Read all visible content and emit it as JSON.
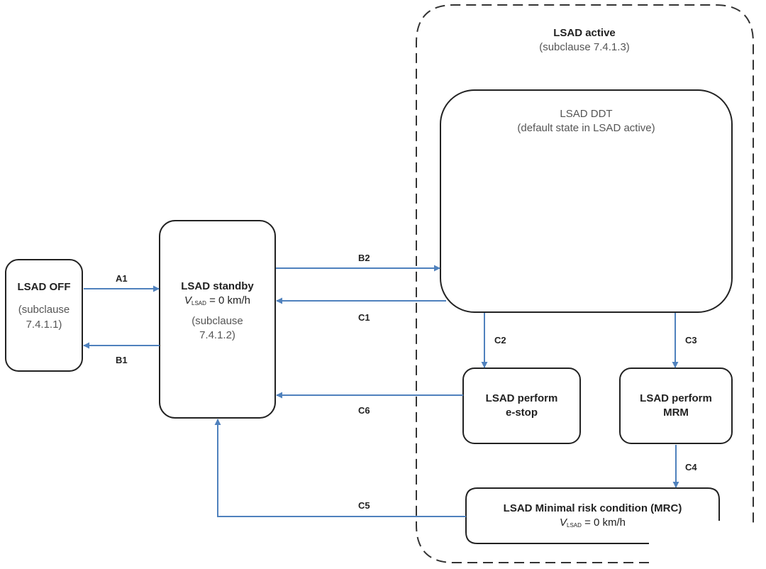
{
  "colors": {
    "arrow": "#4f81bd",
    "stroke": "#222222",
    "group_stroke": "#333333",
    "text_secondary": "#555555"
  },
  "group": {
    "title": "LSAD active",
    "subclause": "(subclause 7.4.1.3)"
  },
  "nodes": {
    "off": {
      "title": "LSAD OFF",
      "subclause_1": "(subclause",
      "subclause_2": "7.4.1.1)"
    },
    "standby": {
      "title": "LSAD standby",
      "speed_var": "V",
      "speed_sub": "LSAD",
      "speed_rest": " = 0 km/h",
      "subclause_1": "(subclause",
      "subclause_2": "7.4.1.2)"
    },
    "ddt": {
      "title": "LSAD DDT",
      "subtitle": "(default state in LSAD active)"
    },
    "estop": {
      "line1": "LSAD perform",
      "line2": "e-stop"
    },
    "mrm": {
      "line1": "LSAD perform",
      "line2": "MRM"
    },
    "mrc": {
      "title": "LSAD Minimal risk condition (MRC)",
      "speed_var": "V",
      "speed_sub": "LSAD",
      "speed_rest": " = 0 km/h"
    }
  },
  "transitions": {
    "A1": "A1",
    "B1": "B1",
    "B2": "B2",
    "C1": "C1",
    "C2": "C2",
    "C3": "C3",
    "C4": "C4",
    "C5": "C5",
    "C6": "C6"
  }
}
